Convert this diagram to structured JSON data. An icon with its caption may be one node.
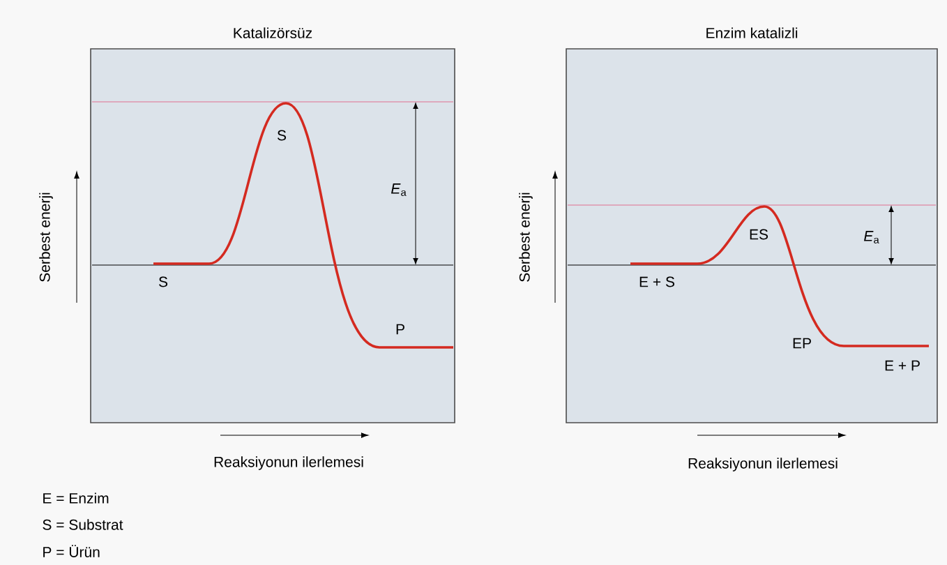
{
  "diagram": {
    "nodes": [
      {
        "text": [
          "Katalizörsüz"
        ]
      },
      {
        "text": [
          "Enzim katalizli"
        ]
      }
    ],
    "labels": [
      "Serbest enerji",
      "S",
      "*E*$_{a}$",
      "S",
      "P",
      "Reaksiyonun ilerlemesi",
      "Serbest enerji",
      "ES",
      "*E*$_{a}$",
      "E + S",
      "EP",
      "E + P",
      "Reaksiyonun ilerlemesi",
      "E = Enzim",
      "S = Substrat",
      "P = Ürün"
    ]
  }
}
